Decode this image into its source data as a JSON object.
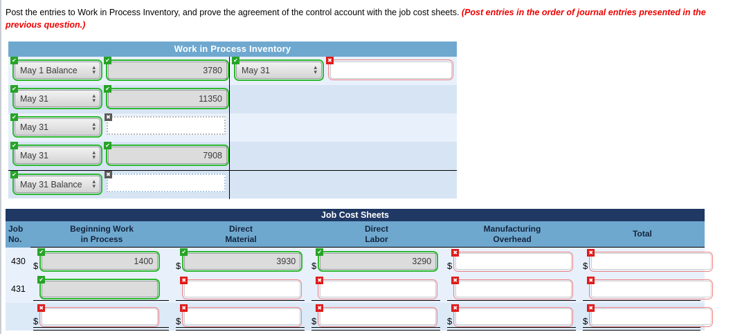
{
  "prompt": {
    "text": "Post the entries to Work in Process Inventory, and prove the agreement of the control account with the job cost sheets. ",
    "emphasis": "(Post entries in the order of journal entries presented in the previous question.)"
  },
  "wip": {
    "title": "Work in Process Inventory",
    "rows": [
      {
        "left_select": "May 1 Balance",
        "left_select_status": "ok",
        "left_value": "3780",
        "left_value_status": "ok",
        "left_value_kind": "filled",
        "right_select": "May 31",
        "right_select_status": "ok",
        "right_value": "",
        "right_value_status": "err",
        "right_value_kind": "empty"
      },
      {
        "left_select": "May 31",
        "left_select_status": "ok",
        "left_value": "11350",
        "left_value_status": "ok",
        "left_value_kind": "filled",
        "right_select": "",
        "right_select_status": "none",
        "right_value": "",
        "right_value_status": "none",
        "right_value_kind": "none"
      },
      {
        "left_select": "May 31",
        "left_select_status": "ok",
        "left_value": "",
        "left_value_status": "gray",
        "left_value_kind": "dotted",
        "right_select": "",
        "right_select_status": "none",
        "right_value": "",
        "right_value_status": "none",
        "right_value_kind": "none"
      },
      {
        "left_select": "May 31",
        "left_select_status": "ok",
        "left_value": "7908",
        "left_value_status": "ok",
        "left_value_kind": "filled",
        "right_select": "",
        "right_select_status": "none",
        "right_value": "",
        "right_value_status": "none",
        "right_value_kind": "none"
      },
      {
        "left_select": "May 31 Balance",
        "left_select_status": "ok",
        "left_value": "",
        "left_value_status": "gray",
        "left_value_kind": "dotted-blue",
        "right_select": "",
        "right_select_status": "none",
        "right_value": "",
        "right_value_status": "none",
        "right_value_kind": "none"
      }
    ]
  },
  "jcs": {
    "title": "Job Cost Sheets",
    "columns": [
      {
        "line1": "Job",
        "line2": "No."
      },
      {
        "line1": "Beginning Work",
        "line2": "in Process"
      },
      {
        "line1": "Direct",
        "line2": "Material"
      },
      {
        "line1": "Direct",
        "line2": "Labor"
      },
      {
        "line1": "Manufacturing",
        "line2": "Overhead"
      },
      {
        "line1": "",
        "line2": "Total"
      }
    ],
    "rows": [
      {
        "job_no": "430",
        "show_dollar": true,
        "underline": "none",
        "cells": [
          {
            "value": "1400",
            "status": "ok",
            "fill": "gray"
          },
          {
            "value": "3930",
            "status": "ok",
            "fill": "gray"
          },
          {
            "value": "3290",
            "status": "ok",
            "fill": "gray"
          },
          {
            "value": "",
            "status": "err",
            "fill": "white"
          },
          {
            "value": "",
            "status": "err",
            "fill": "white"
          }
        ]
      },
      {
        "job_no": "431",
        "show_dollar": false,
        "underline": "single",
        "cells": [
          {
            "value": "",
            "status": "ok",
            "fill": "gray"
          },
          {
            "value": "",
            "status": "err",
            "fill": "white"
          },
          {
            "value": "",
            "status": "err",
            "fill": "white"
          },
          {
            "value": "",
            "status": "err",
            "fill": "white"
          },
          {
            "value": "",
            "status": "err",
            "fill": "white"
          }
        ]
      },
      {
        "job_no": "",
        "show_dollar": true,
        "underline": "double",
        "cells": [
          {
            "value": "",
            "status": "err",
            "fill": "white"
          },
          {
            "value": "",
            "status": "err",
            "fill": "white"
          },
          {
            "value": "",
            "status": "err",
            "fill": "white"
          },
          {
            "value": "",
            "status": "err",
            "fill": "white"
          },
          {
            "value": "",
            "status": "err",
            "fill": "white"
          }
        ]
      }
    ]
  },
  "icons": {
    "check": "✔",
    "cross": "✖",
    "spin_up": "▴",
    "spin_down": "▾"
  },
  "colors": {
    "wip_header": "#6fa8cf",
    "jcs_title": "#1f3864",
    "jcs_header": "#6fa8cf",
    "row_light": "#e8f0fb",
    "row_dark": "#d6e4f3",
    "ok_green": "#2eb82e",
    "err_red": "#e01b1b",
    "emphasis_red": "#ee0000"
  }
}
